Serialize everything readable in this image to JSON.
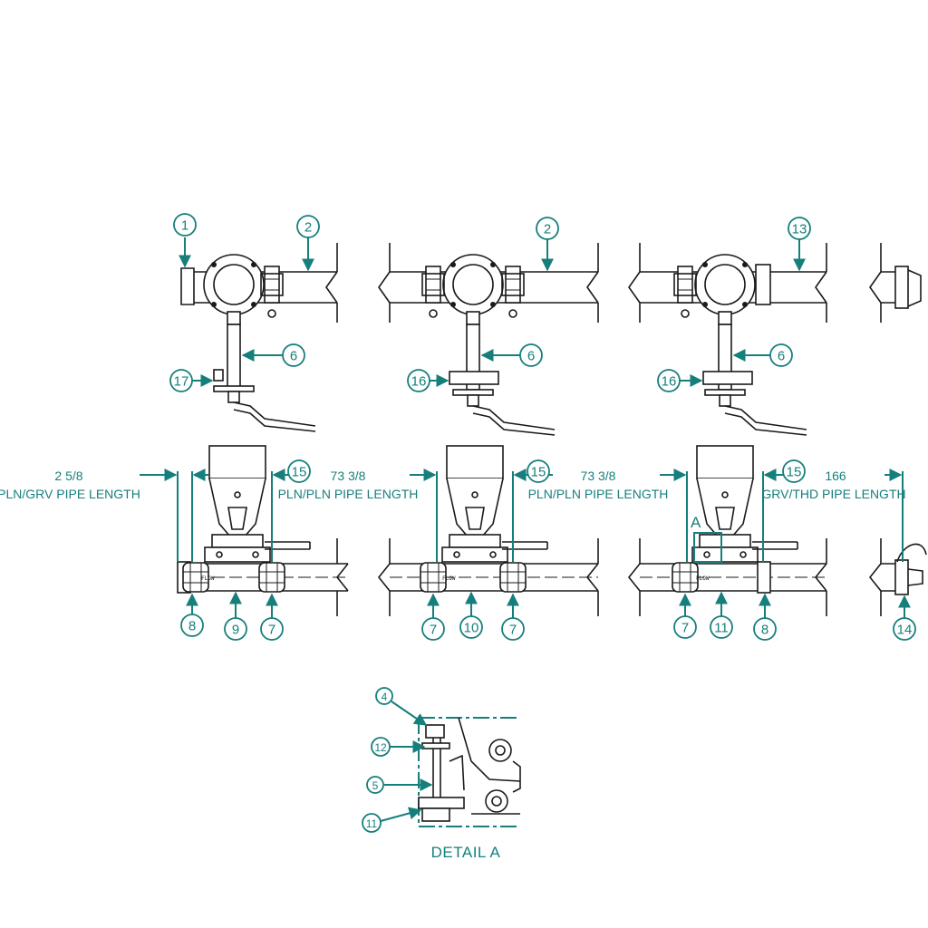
{
  "colors": {
    "teal": "#167f7c",
    "ink": "#1a1a1a",
    "background": "#ffffff"
  },
  "balloons": {
    "b1": "1",
    "b2a": "2",
    "b2b": "2",
    "b13": "13",
    "b6a": "6",
    "b6b": "6",
    "b6c": "6",
    "b17": "17",
    "b16a": "16",
    "b16b": "16",
    "b15a": "15",
    "b15b": "15",
    "b15c": "15",
    "b8a": "8",
    "b9": "9",
    "b7a": "7",
    "b7b": "7",
    "b10": "10",
    "b7c": "7",
    "b7d": "7",
    "b11a": "11",
    "b8b": "8",
    "b14": "14",
    "d4": "4",
    "d12": "12",
    "d5": "5",
    "d11": "11"
  },
  "dimensions": [
    {
      "value": "2 5/8",
      "label": "PLN/GRV PIPE LENGTH"
    },
    {
      "value": "73 3/8",
      "label": "PLN/PLN PIPE LENGTH"
    },
    {
      "value": "73 3/8",
      "label": "PLN/PLN PIPE LENGTH"
    },
    {
      "value": "166",
      "label": "GRV/THD PIPE LENGTH"
    }
  ],
  "flow_label": "FLOW",
  "detail_marker": "A",
  "detail_caption": "DETAIL A"
}
